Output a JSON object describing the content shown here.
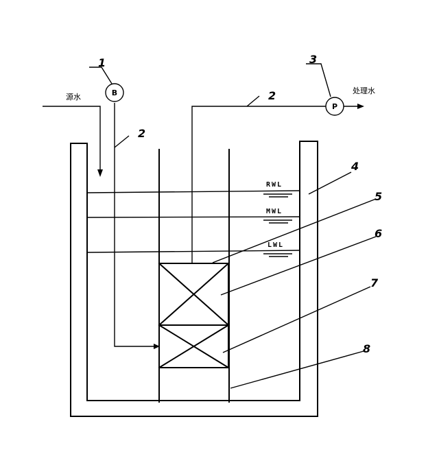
{
  "labels": {
    "source_water": "源水",
    "treated_water": "处理水"
  },
  "blower": {
    "letter": "B",
    "ref": "1"
  },
  "pump": {
    "letter": "P",
    "ref": "3"
  },
  "pipe_refs": [
    "2",
    "2"
  ],
  "water_levels": [
    "RWL",
    "MWL",
    "LWL"
  ],
  "part_refs": [
    "4",
    "5",
    "6",
    "7",
    "8"
  ]
}
